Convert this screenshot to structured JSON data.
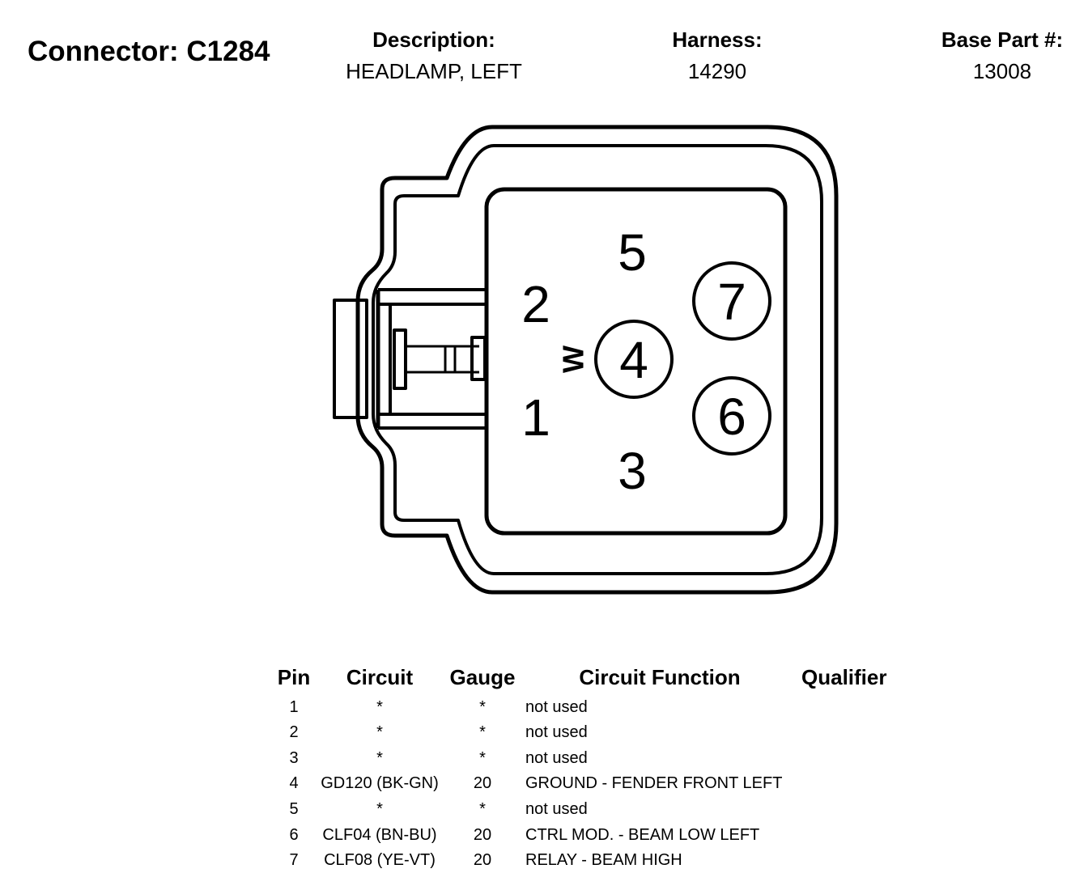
{
  "header": {
    "connector_title": "Connector: C1284",
    "description_label": "Description:",
    "description_value": "HEADLAMP, LEFT",
    "harness_label": "Harness:",
    "harness_value": "14290",
    "base_part_label": "Base Part #:",
    "base_part_value": "13008"
  },
  "diagram": {
    "cavity_labels": {
      "pin1": "1",
      "pin2": "2",
      "pin3": "3",
      "pin4": "4",
      "pin5": "5",
      "pin6": "6",
      "pin7": "7"
    },
    "marker_letter": "W"
  },
  "table": {
    "headers": {
      "pin": "Pin",
      "circuit": "Circuit",
      "gauge": "Gauge",
      "function": "Circuit Function",
      "qualifier": "Qualifier"
    },
    "rows": [
      {
        "pin": "1",
        "circuit": "*",
        "gauge": "*",
        "function": "not used",
        "qualifier": ""
      },
      {
        "pin": "2",
        "circuit": "*",
        "gauge": "*",
        "function": "not used",
        "qualifier": ""
      },
      {
        "pin": "3",
        "circuit": "*",
        "gauge": "*",
        "function": "not used",
        "qualifier": ""
      },
      {
        "pin": "4",
        "circuit": "GD120 (BK-GN)",
        "gauge": "20",
        "function": "GROUND - FENDER FRONT LEFT",
        "qualifier": ""
      },
      {
        "pin": "5",
        "circuit": "*",
        "gauge": "*",
        "function": "not used",
        "qualifier": ""
      },
      {
        "pin": "6",
        "circuit": "CLF04 (BN-BU)",
        "gauge": "20",
        "function": "CTRL MOD. - BEAM LOW LEFT",
        "qualifier": ""
      },
      {
        "pin": "7",
        "circuit": "CLF08 (YE-VT)",
        "gauge": "20",
        "function": "RELAY - BEAM HIGH",
        "qualifier": ""
      }
    ]
  }
}
